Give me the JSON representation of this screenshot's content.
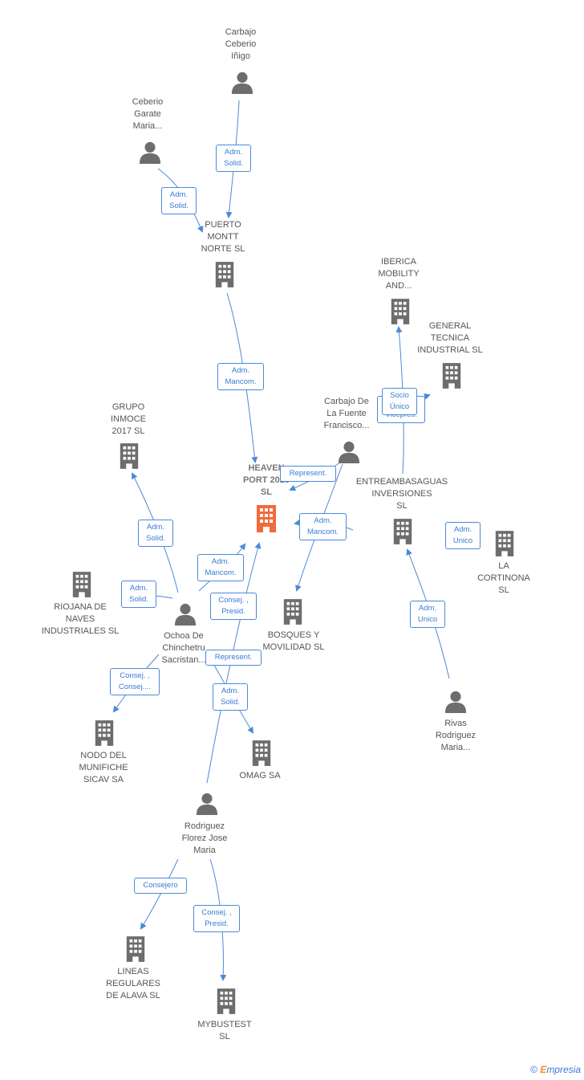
{
  "colors": {
    "edge": "#4a8ad8",
    "icon": "#6d6d6d",
    "focus": "#f26a3a"
  },
  "nodes": [
    {
      "id": "carbajo_ceberio",
      "type": "person",
      "label": "Carbajo\nCeberio\nIñigo"
    },
    {
      "id": "ceberio_garate",
      "type": "person",
      "label": "Ceberio\nGarate\nMaria..."
    },
    {
      "id": "puerto_montt",
      "type": "company",
      "label": "PUERTO\nMONTT\nNORTE SL"
    },
    {
      "id": "iberica",
      "type": "company",
      "label": "IBERICA\nMOBILITY\nAND..."
    },
    {
      "id": "general_tecnica",
      "type": "company",
      "label": "GENERAL\nTECNICA\nINDUSTRIAL SL"
    },
    {
      "id": "grupo_inmoce",
      "type": "company",
      "label": "GRUPO\nINMOCE\n2017  SL"
    },
    {
      "id": "carbajo_fuente",
      "type": "person",
      "label": "Carbajo De\nLa Fuente\nFrancisco..."
    },
    {
      "id": "heaven_port",
      "type": "focus",
      "label": "HEAVEN\nPORT 2023\nSL"
    },
    {
      "id": "entreambasaguas",
      "type": "company",
      "label": "ENTREAMBASAGUAS\nINVERSIONES\nSL"
    },
    {
      "id": "la_cortinona",
      "type": "company",
      "label": "LA\nCORTINONA\nSL"
    },
    {
      "id": "riojana",
      "type": "company",
      "label": "RIOJANA DE\nNAVES\nINDUSTRIALES SL"
    },
    {
      "id": "ochoa",
      "type": "person",
      "label": "Ochoa De\nChinchetru\nSacristan..."
    },
    {
      "id": "bosques",
      "type": "company",
      "label": "BOSQUES Y\nMOVILIDAD  SL"
    },
    {
      "id": "rivas",
      "type": "person",
      "label": "Rivas\nRodriguez\nMaria..."
    },
    {
      "id": "nodo",
      "type": "company",
      "label": "NODO DEL\nMUNIFICHE\nSICAV SA"
    },
    {
      "id": "omag",
      "type": "company",
      "label": "OMAG SA"
    },
    {
      "id": "rodriguez",
      "type": "person",
      "label": "Rodriguez\nFlorez Jose\nMaria"
    },
    {
      "id": "lineas",
      "type": "company",
      "label": "LINEAS\nREGULARES\nDE ALAVA  SL"
    },
    {
      "id": "mybustest",
      "type": "company",
      "label": "MYBUSTEST\nSL"
    }
  ],
  "edges": [
    {
      "id": "e1",
      "label": "Adm.\nSolid."
    },
    {
      "id": "e2",
      "label": "Adm.\nSolid."
    },
    {
      "id": "e3",
      "label": "Adm.\nMancom."
    },
    {
      "id": "e4",
      "label": "Socio\nÚnico"
    },
    {
      "id": "e5",
      "label": "Vicepres."
    },
    {
      "id": "e6",
      "label": "Represent."
    },
    {
      "id": "e7",
      "label": "Adm.\nMancom."
    },
    {
      "id": "e8",
      "label": "Adm.\nUnico"
    },
    {
      "id": "e9",
      "label": "Adm.\nSolid."
    },
    {
      "id": "e10",
      "label": "Adm.\nMancom."
    },
    {
      "id": "e11",
      "label": "Adm.\nSolid."
    },
    {
      "id": "e12",
      "label": "Consej. ,\nPresid."
    },
    {
      "id": "e13",
      "label": "Adm.\nUnico"
    },
    {
      "id": "e14",
      "label": "Represent."
    },
    {
      "id": "e15",
      "label": "Consej. ,\nConsej...."
    },
    {
      "id": "e16",
      "label": "Adm.\nSolid."
    },
    {
      "id": "e17",
      "label": "Consejero"
    },
    {
      "id": "e18",
      "label": "Consej. ,\nPresid."
    }
  ],
  "footer": {
    "copyright_symbol": "©",
    "brand_first": "E",
    "brand_rest": "mpresia"
  }
}
